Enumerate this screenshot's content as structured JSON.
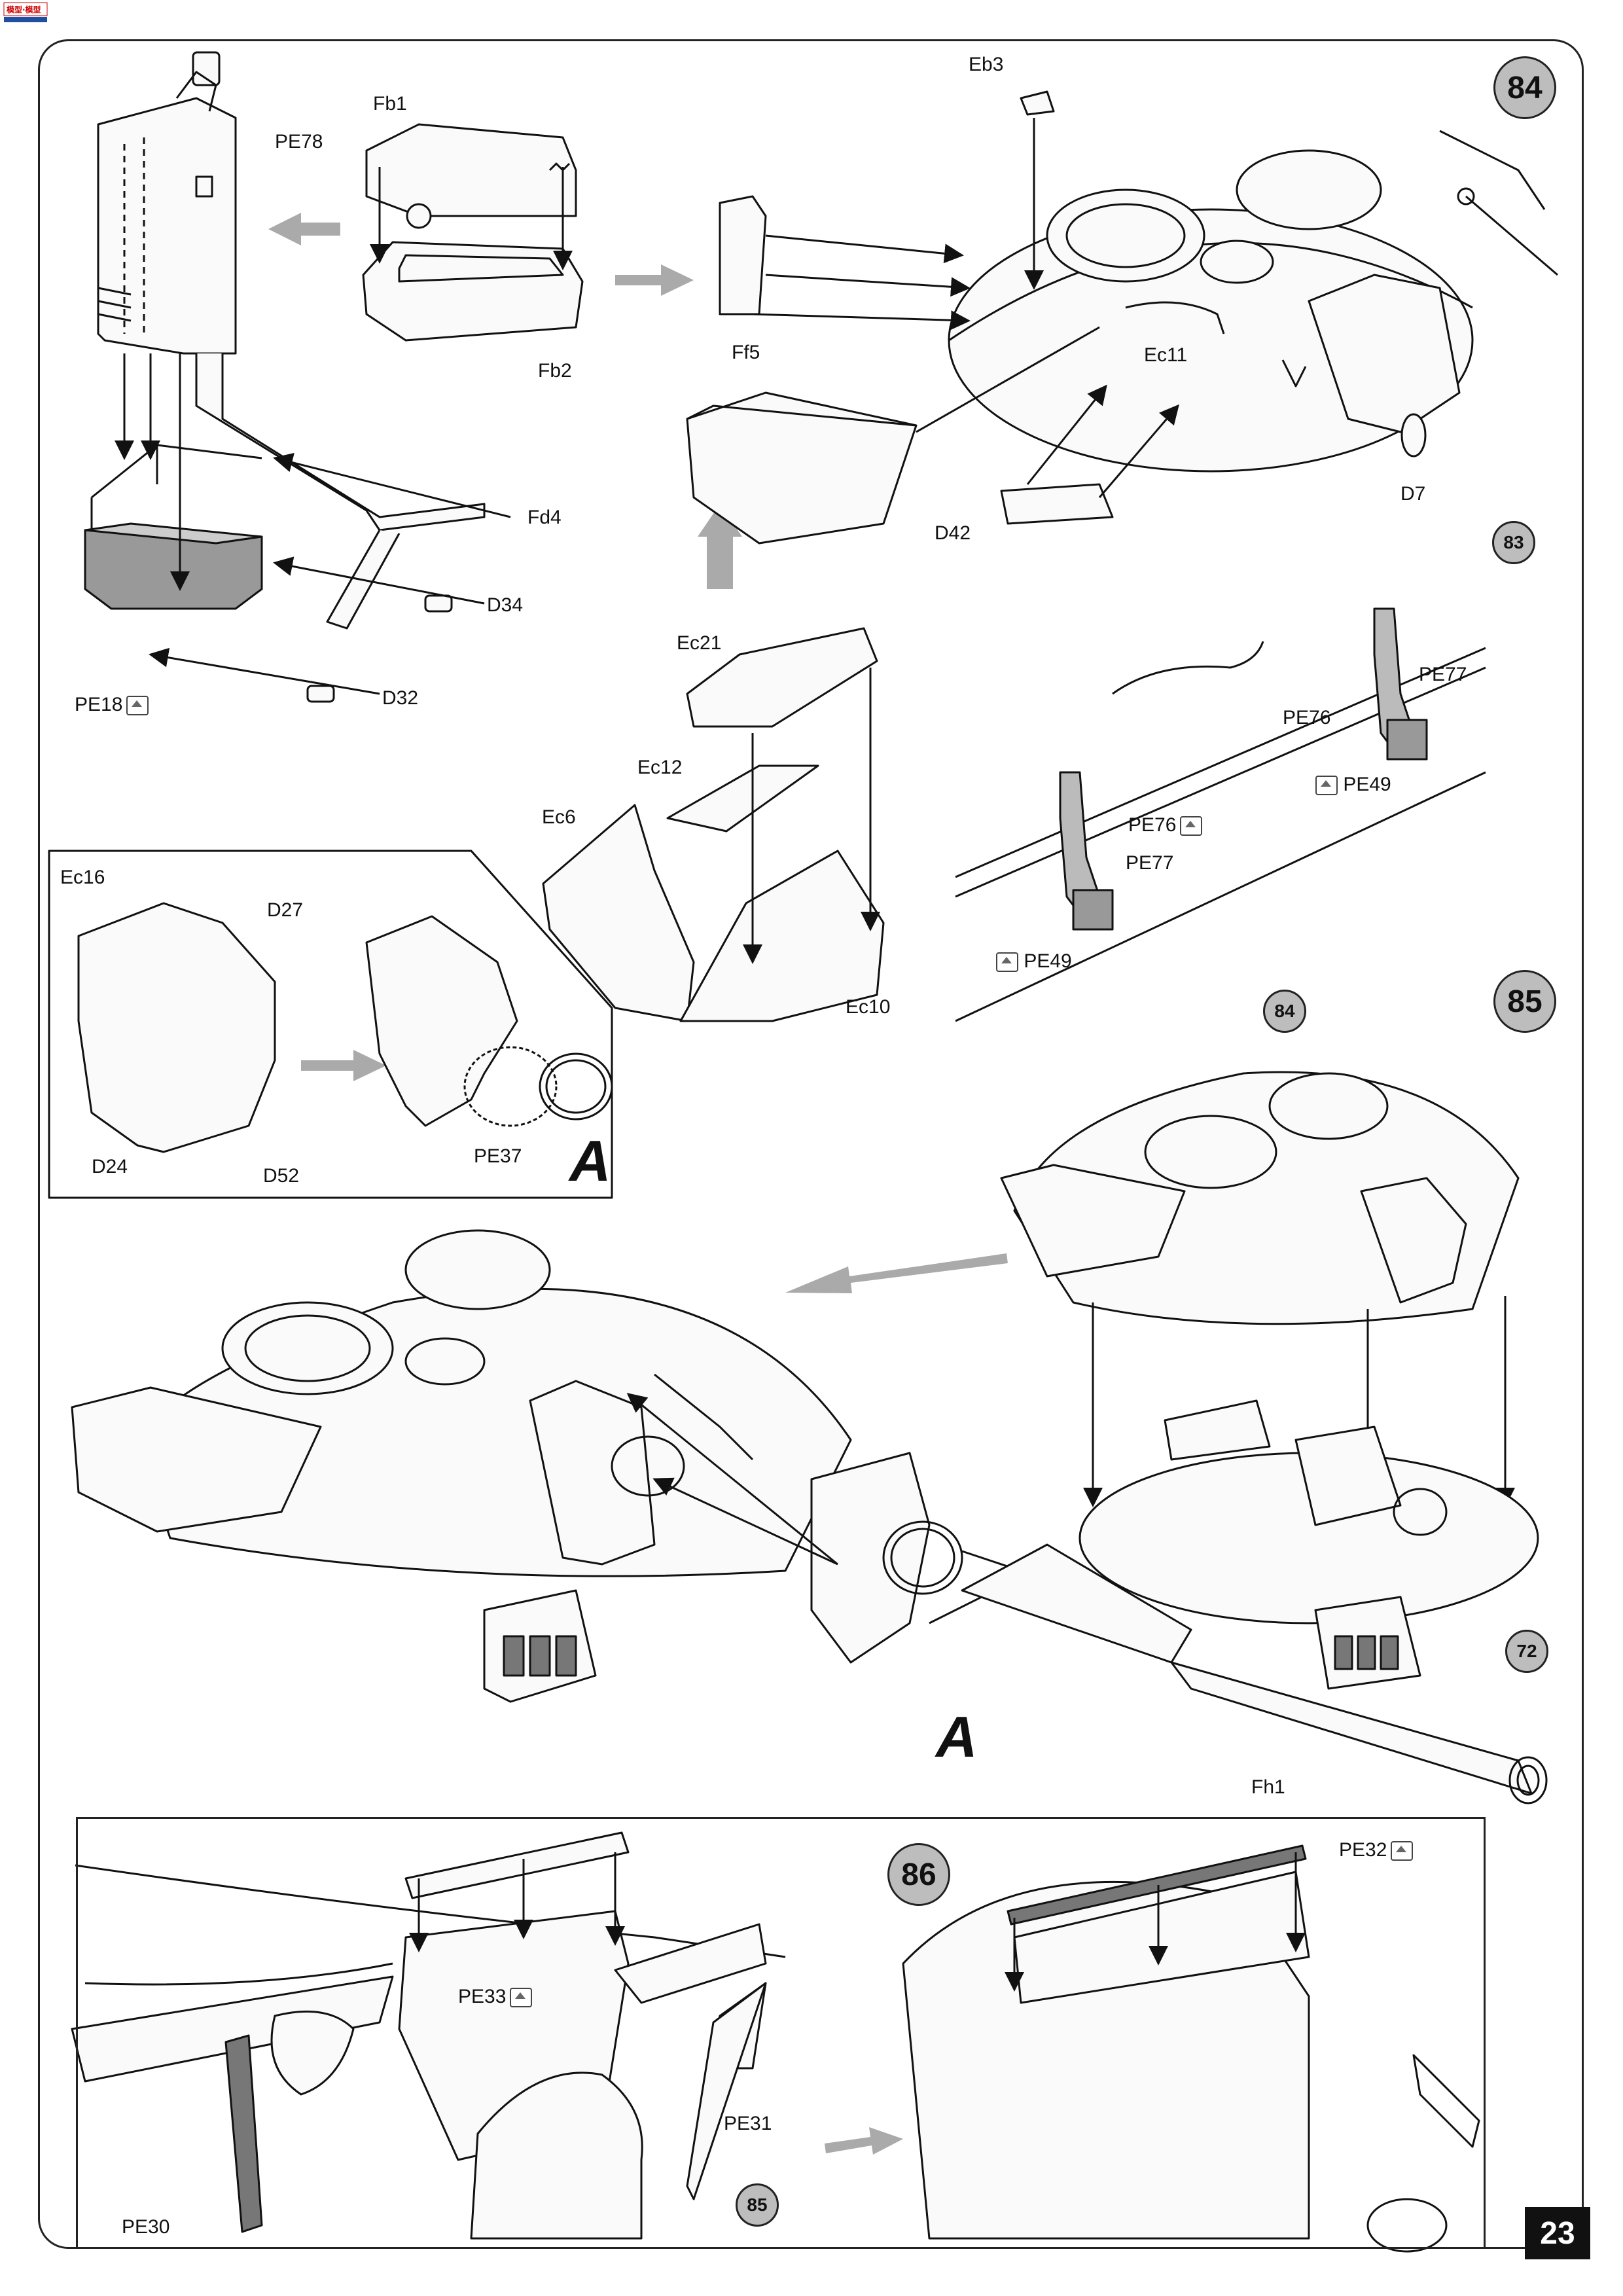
{
  "logo": {
    "text": "模型·模型"
  },
  "page_number": "23",
  "steps": {
    "s84": "84",
    "s85": "85",
    "s86": "86",
    "ref83": "83",
    "ref84": "84",
    "ref72": "72",
    "ref85": "85"
  },
  "detail_letter": "A",
  "parts": {
    "PE78": "PE78",
    "Fb1": "Fb1",
    "Fb2": "Fb2",
    "Fd4": "Fd4",
    "D34": "D34",
    "PE18": "PE18",
    "D32": "D32",
    "Eb3": "Eb3",
    "Ff5": "Ff5",
    "Ec11": "Ec11",
    "D42": "D42",
    "D7": "D7",
    "Ec21": "Ec21",
    "Ec12": "Ec12",
    "Ec6": "Ec6",
    "Ec10": "Ec10",
    "Ec16": "Ec16",
    "D27": "D27",
    "D24": "D24",
    "D52": "D52",
    "PE37": "PE37",
    "PE77": "PE77",
    "PE76": "PE76",
    "PE49": "PE49",
    "Fh1": "Fh1",
    "PE33": "PE33",
    "PE31": "PE31",
    "PE30": "PE30",
    "PE32": "PE32"
  },
  "icons": {
    "photo_etch": "photo-etch-icon"
  }
}
